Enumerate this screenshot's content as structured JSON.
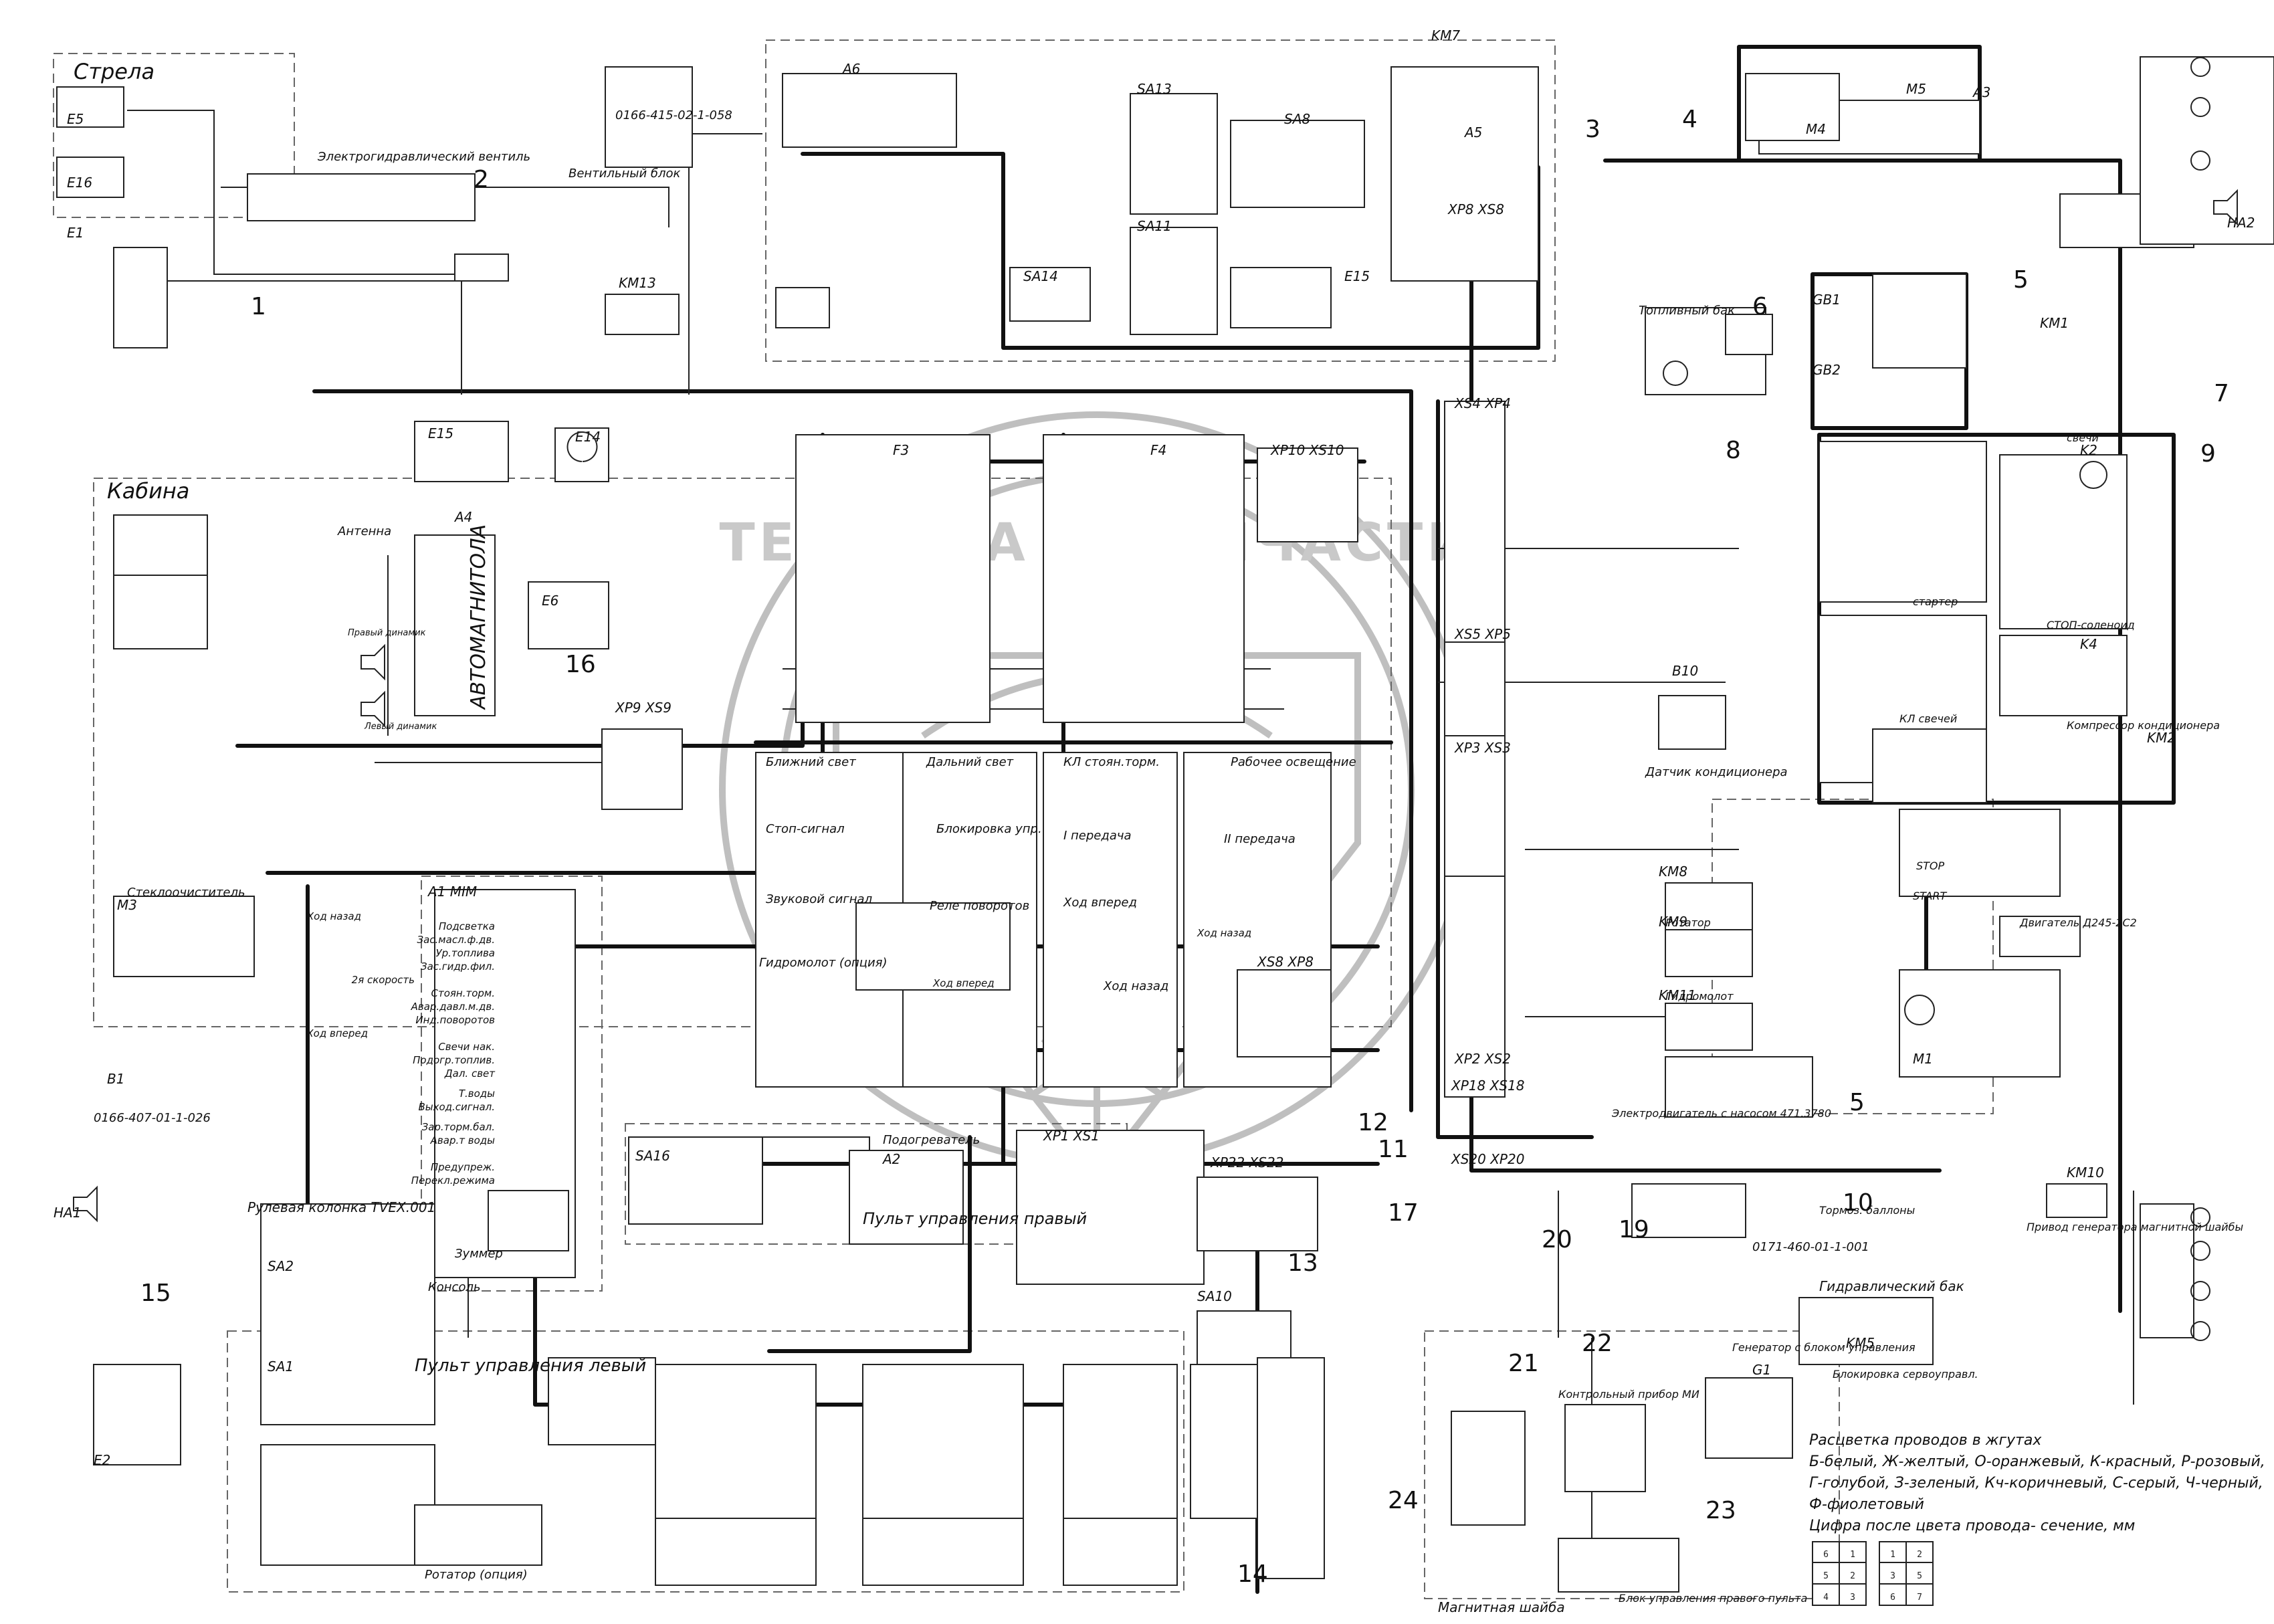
{
  "zones": {
    "strela": "Стрела",
    "kabina": "Кабина",
    "left_panel": "Пульт управления левый",
    "right_panel": "Пульт управления правый",
    "console": "Консоль",
    "steering": "Рулевая колонка TVEX.001",
    "fuel_tank": "Топливный бак",
    "hydro_tank": "Гидравлический бак",
    "magnetic_washer": "Магнитная шайба",
    "right_panel_block": "Блок управления правого пульта",
    "condenser_sensor": "Датчик кондиционера",
    "brake": "Тормоз. баллоны"
  },
  "components": {
    "A1": "A1  MIM",
    "A2": "A2",
    "A3": "A3",
    "A4": "A4",
    "A5": "A5",
    "A6": "A6",
    "M5": "M5",
    "M4": "M4",
    "M3": "M3",
    "M1": "M1",
    "GB1": "GB1",
    "GB2": "GB2",
    "KM1": "KM1",
    "KM2": "KM2",
    "KM5": "KM5",
    "KM7": "KM7",
    "KM8": "KM8",
    "KM9": "KM9",
    "KM10": "KM10",
    "KM11": "KM11",
    "KM13": "KM13",
    "F3": "F3",
    "F4": "F4",
    "B1": "B1",
    "B10": "B10",
    "HA1": "HA1",
    "HA2": "HA2",
    "E1": "E1",
    "E2": "E2",
    "E5": "E5",
    "E6": "E6",
    "E14": "E14",
    "E15": "E15",
    "E16": "E16",
    "G1": "G1",
    "K2": "K2",
    "K4": "K4",
    "SA1": "SA1",
    "SA2": "SA2",
    "SA13": "SA13",
    "SA11": "SA11",
    "SA8": "SA8",
    "SA14": "SA14",
    "SA16": "SA16",
    "SA10": "SA10",
    "XP9": "XP9  XS9",
    "XP1": "XP1  XS1",
    "XP22": "XP22  XS22",
    "XP18": "XP18 XS18",
    "XS20": "XS20 XP20",
    "XP10": "XP10  XS10",
    "XS4": "XS4 XP4",
    "XS5": "XS5 XP5",
    "XP3": "XP3 XS3",
    "XP2": "XP2 XS2",
    "XP8": "XP8  XS8",
    "XS8": "XS8 XP8"
  },
  "relay_blocks": {
    "near_light": "Ближний свет",
    "far_light": "Дальний свет",
    "parking_brake": "КЛ стоян.торм.",
    "work_light": "Рабочее освещение",
    "stop_signal": "Стоп-сигнал",
    "lock_ctrl": "Блокировка упр.",
    "first_gear": "I передача",
    "second_gear": "II передача",
    "sound_signal": "Звуковой сигнал",
    "turn_relay": "Реле поворотов",
    "forward": "Ход вперед",
    "backward": "Ход назад",
    "hydro_option": "Гидромолот (опция)",
    "heater": "Подогреватель"
  },
  "console_labels": [
    "Ход назад",
    "Подсветка",
    "Зас.масл.ф.дв.",
    "Ур.топлива",
    "Зас.гидр.фил.",
    "2я скорость",
    "Стоян.торм.",
    "Авар.давл.м.дв.",
    "Инд.поворотов",
    "Ход вперед",
    "Свечи нак.",
    "Подогр.топлив.",
    "Дал. свет",
    "Т.воды",
    "Выход.сигнал.",
    "Зар.торм.бал.",
    "Авар.т воды",
    "Предупреж.",
    "Перекл.режима"
  ],
  "right_side": {
    "glow_plugs": "свечи",
    "starter": "стартер",
    "glow_plug_relay": "КЛ свечей",
    "stop_solenoid": "СТОП-соленоид",
    "ac_compressor": "Компрессор кондиционера",
    "engine": "Двигатель Д245-2С2",
    "stop": "STOP",
    "start": "START",
    "rotator": "Ротатор",
    "hydromolot": "Гидромолот",
    "electric_motor": "Электродвигатель с насосом 471.3780",
    "generator": "Генератор с блоком управления",
    "control_device": "Контрольный прибор МИ",
    "mag_drive": "Привод генератора магнитной шайбы",
    "servo_lock": "Блокировка сервоуправл."
  },
  "misc_text": {
    "valve_block": "Вентильный блок",
    "electro_valve": "Электрогидравлический вентиль",
    "ant": "Антенна",
    "wiper": "Стеклоочиститель",
    "buzzer": "Зуммер",
    "rotator_option": "Ротатор (опция)",
    "left_speaker": "Левый динамик",
    "right_speaker": "Правый динамик",
    "radio": "АВТОМАГНИТОЛА",
    "forward_move": "Ход вперед",
    "back_move": "Ход назад",
    "part1": "0166-415-02-1-058",
    "part2": "0166-407-01-1-026",
    "part3": "0171-460-01-1-001",
    "watermark": "ТЕХНИКА И ЗАПЧАСТИ"
  },
  "legend": {
    "title": "Расцветка проводов в жгутах",
    "line1": "Б-белый, Ж-желтый, О-оранжевый, К-красный, Р-розовый,",
    "line2": "Г-голубой, З-зеленый, Кч-коричневый, С-серый, Ч-черный,",
    "line3": "Ф-фиолетовый",
    "line4": "Цифра после цвета провода- сечение, мм",
    "pins_left": [
      "6",
      "1",
      "5",
      "2",
      "4",
      "3"
    ],
    "pins_right": [
      "1",
      "2",
      "3",
      "5",
      "6",
      "7"
    ]
  },
  "callouts": [
    "1",
    "2",
    "3",
    "4",
    "5",
    "5",
    "6",
    "7",
    "8",
    "9",
    "10",
    "11",
    "12",
    "13",
    "14",
    "15",
    "16",
    "17",
    "19",
    "20",
    "21",
    "22",
    "23",
    "24"
  ]
}
